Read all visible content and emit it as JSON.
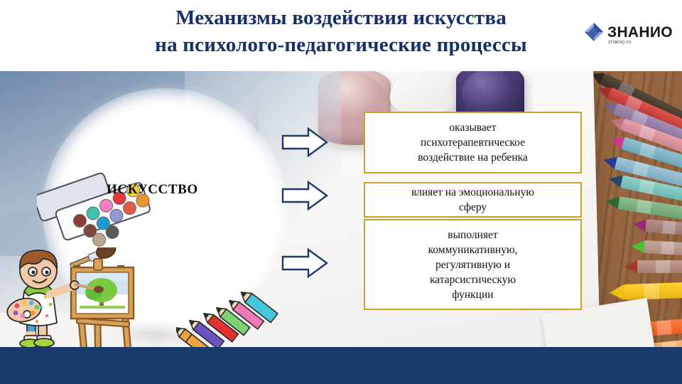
{
  "slide": {
    "title": "Механизмы воздействия искусства\nна психолого-педагогические процессы",
    "central_label": "ИСКУССТВО"
  },
  "logo": {
    "word": "ЗНАНИО",
    "sub": "znanio.ru",
    "icon": "diamond-icon"
  },
  "boxes": [
    {
      "id": "box1",
      "text": "оказывает\nпсихотерапевтическое\nвоздействие на ребенка"
    },
    {
      "id": "box2",
      "text": "влияет на эмоциональную\nсферу"
    },
    {
      "id": "box3",
      "text": "выполняет\nкоммуникативную,\nрегулятивную и\nкатарсистическую\nфункции"
    }
  ],
  "arrows": [
    {
      "name": "arrow-to-box-1"
    },
    {
      "name": "arrow-to-box-2"
    },
    {
      "name": "arrow-to-box-3"
    }
  ],
  "colors": {
    "title": "#15306b",
    "box_border": "#c9a227",
    "box_fill": "#ffffff",
    "arrow_outline": "#1f3864",
    "footer": "#1b3c6b"
  },
  "illustrations": {
    "palette": "watercolor-palette-icon",
    "brush": "paintbrush-icon",
    "pencils": "colored-pencils-icon",
    "boy": "boy-painting-easel-illustration",
    "crayons": "crayons-photo",
    "jars": "paint-jars-photo"
  }
}
